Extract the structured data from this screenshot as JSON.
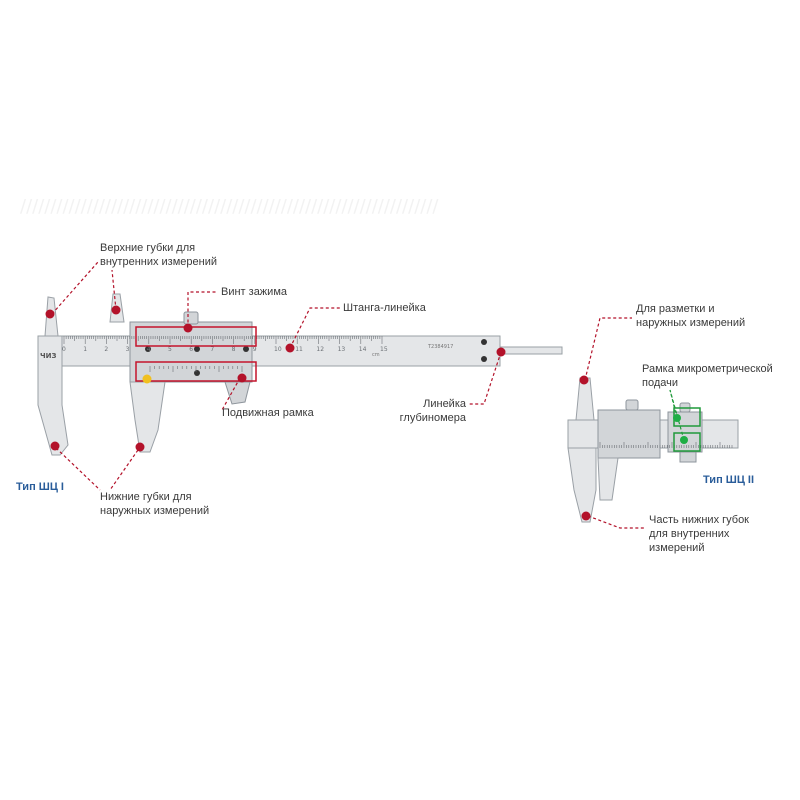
{
  "left": {
    "type_label": "Тип ШЦ I",
    "labels": {
      "upper_jaws": [
        "Верхние губки для",
        "внутренних измерений"
      ],
      "clamp_screw": "Винт зажима",
      "beam_ruler": "Штанга-линейка",
      "movable_frame": "Подвижная рамка",
      "depth_rod": [
        "Линейка",
        "глубиномера"
      ],
      "lower_jaws": [
        "Нижние губки для",
        "наружных измерений"
      ]
    },
    "scale_numbers": [
      "0",
      "1",
      "2",
      "3",
      "4",
      "5",
      "6",
      "7",
      "8",
      "9",
      "10",
      "11",
      "12",
      "13",
      "14",
      "15"
    ],
    "unit": "cm",
    "brand": "ЧИЗ",
    "serial": "T2384917"
  },
  "right": {
    "type_label": "Тип ШЦ II",
    "labels": {
      "marking_jaws": [
        "Для разметки и",
        "наружных измерений"
      ],
      "micro_frame": [
        "Рамка микрометрической",
        "подачи"
      ],
      "lower_jaws_part": [
        "Часть нижних губок",
        "для внутренних",
        "измерений"
      ]
    }
  },
  "colors": {
    "accent_red": "#b3122a",
    "accent_green": "#1fae45",
    "type_blue": "#2a5d9a",
    "yellow_marker": "#f0c020"
  }
}
